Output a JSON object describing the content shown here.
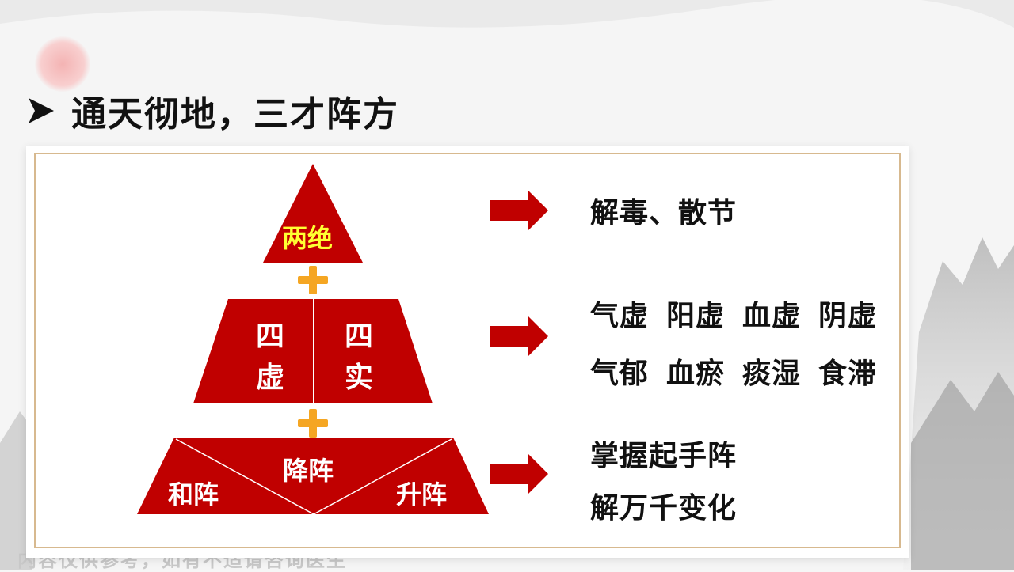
{
  "title": "通天彻地，三才阵方",
  "pyramid": {
    "top": "两绝",
    "middle_left": [
      "四",
      "虚"
    ],
    "middle_right": [
      "四",
      "实"
    ],
    "bottom_center": "降阵",
    "bottom_left": "和阵",
    "bottom_right": "升阵"
  },
  "results": {
    "top": "解毒、散节",
    "middle_row1": [
      "气虚",
      "阳虚",
      "血虚",
      "阴虚"
    ],
    "middle_row2": [
      "气郁",
      "血瘀",
      "痰湿",
      "食滞"
    ],
    "bottom_line1": "掌握起手阵",
    "bottom_line2": "解万千变化"
  },
  "bottom_note": "内容仅供参考，如有不适请咨询医生",
  "colors": {
    "pyramid_red": "#c00000",
    "arrow_red": "#c00000",
    "plus_orange": "#f5a623",
    "top_label_yellow": "#ffff33",
    "frame_gold": "#d7b98f"
  },
  "icons": {
    "title_bullet": "arrowhead-bullet-icon",
    "connector": "plus-icon",
    "pointer": "right-arrow-icon"
  }
}
